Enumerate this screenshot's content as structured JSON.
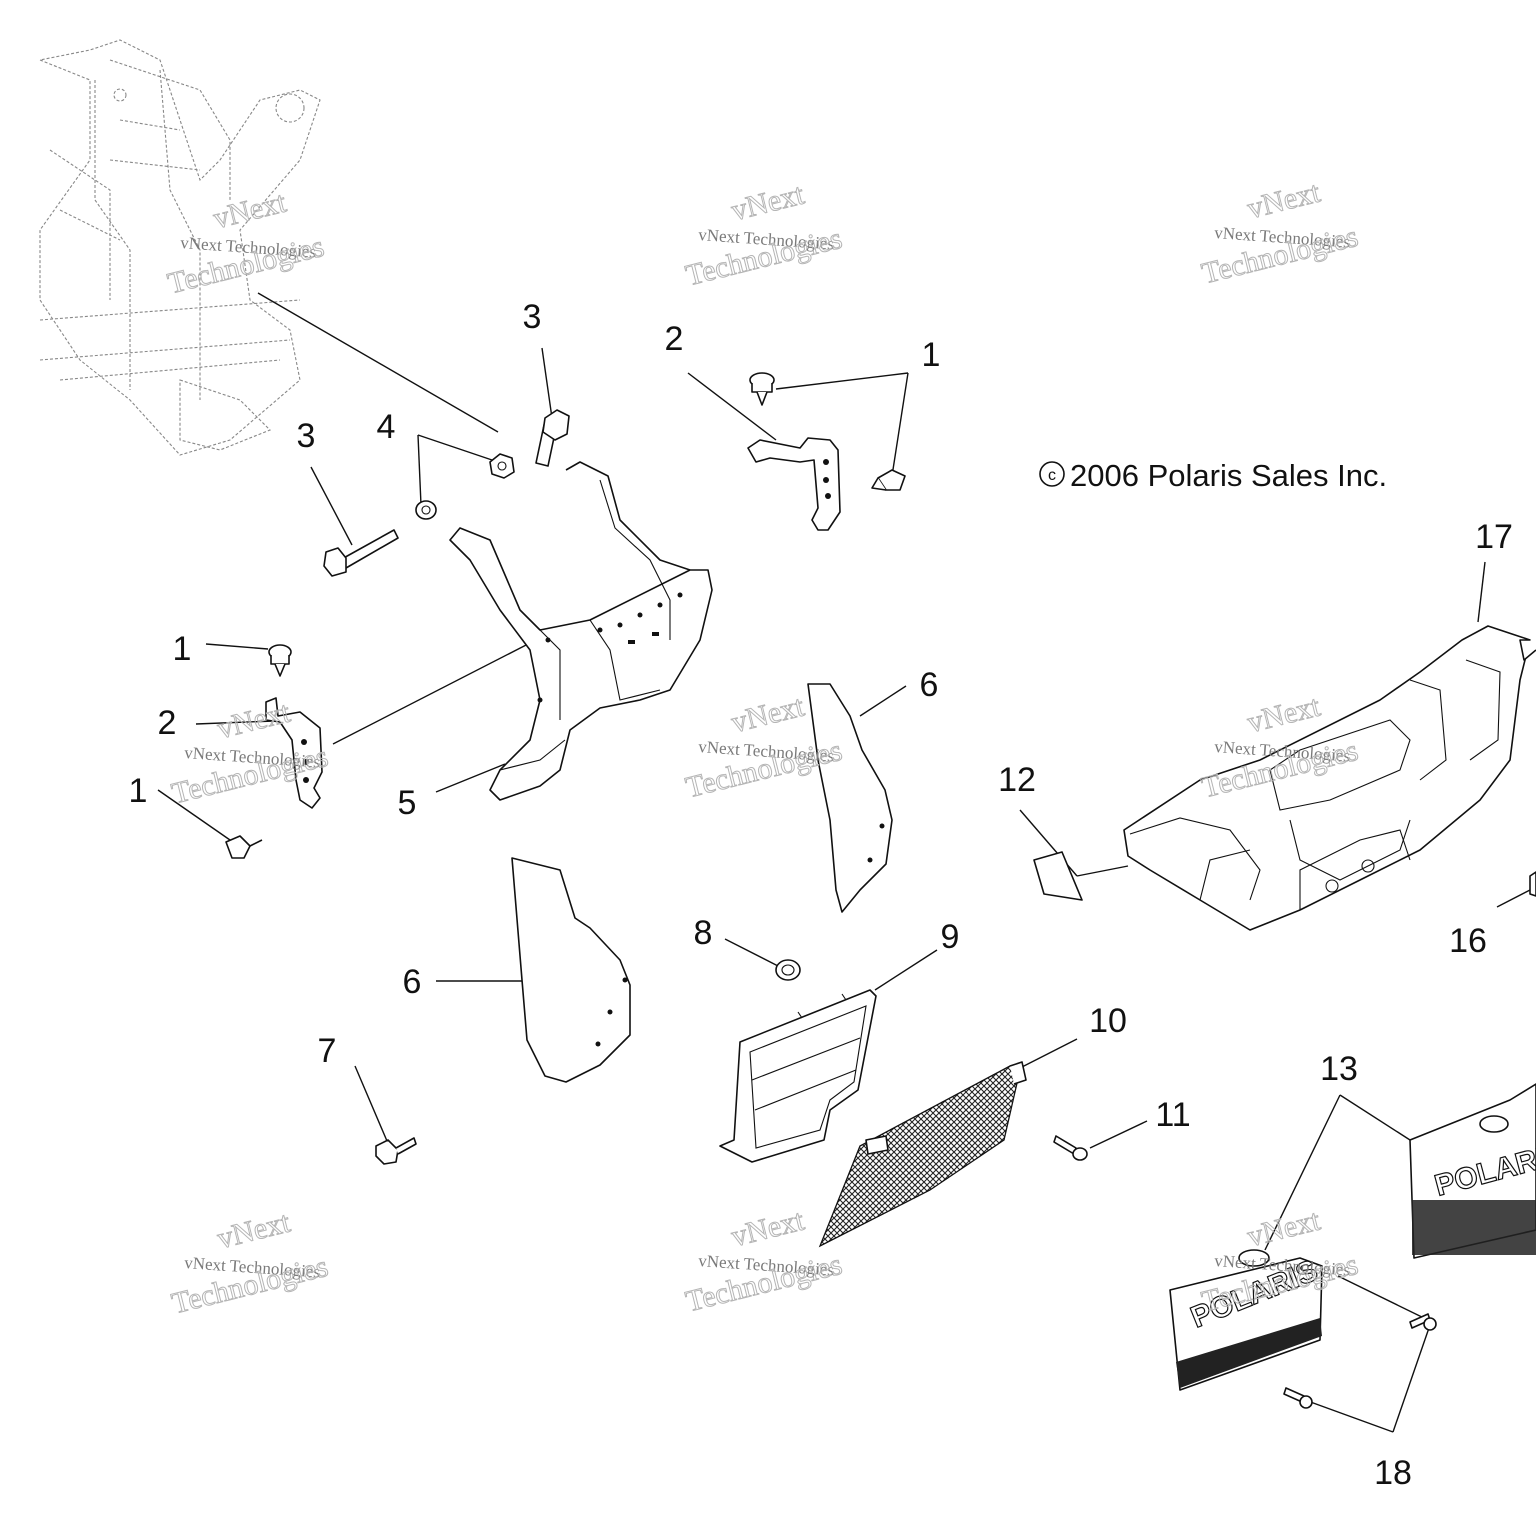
{
  "copyright": "2006 Polaris Sales Inc.",
  "copyright_symbol": "c",
  "watermarks": [
    {
      "small": "vNext Technologies",
      "big1": "vNext",
      "big2": "Technologies"
    },
    {
      "small": "vNext Technologies",
      "big1": "vNext",
      "big2": "Technologies"
    },
    {
      "small": "vNext Technologies",
      "big1": "vNext",
      "big2": "Technologies"
    },
    {
      "small": "vNext Technologies",
      "big1": "vNext",
      "big2": "Technologies"
    },
    {
      "small": "vNext Technologies",
      "big1": "vNext",
      "big2": "Technologies"
    },
    {
      "small": "vNext Technologies",
      "big1": "vNext",
      "big2": "Technologies"
    },
    {
      "small": "vNext Technologies",
      "big1": "vNext",
      "big2": "Technologies"
    },
    {
      "small": "vNext Technologies",
      "big1": "vNext",
      "big2": "Technologies"
    },
    {
      "small": "vNext Technologies",
      "big1": "vNext",
      "big2": "Technologies"
    }
  ],
  "callouts": {
    "c1a": "1",
    "c1b": "1",
    "c1c": "1",
    "c2a": "2",
    "c2b": "2",
    "c3a": "3",
    "c3b": "3",
    "c4": "4",
    "c5": "5",
    "c6a": "6",
    "c6b": "6",
    "c7": "7",
    "c8": "8",
    "c9": "9",
    "c10": "10",
    "c11": "11",
    "c12": "12",
    "c13": "13",
    "c16": "16",
    "c17": "17",
    "c18": "18"
  },
  "decal_text": "POLARIS",
  "colors": {
    "line": "#111111",
    "watermark": "#b5b5b5",
    "background": "#ffffff"
  }
}
